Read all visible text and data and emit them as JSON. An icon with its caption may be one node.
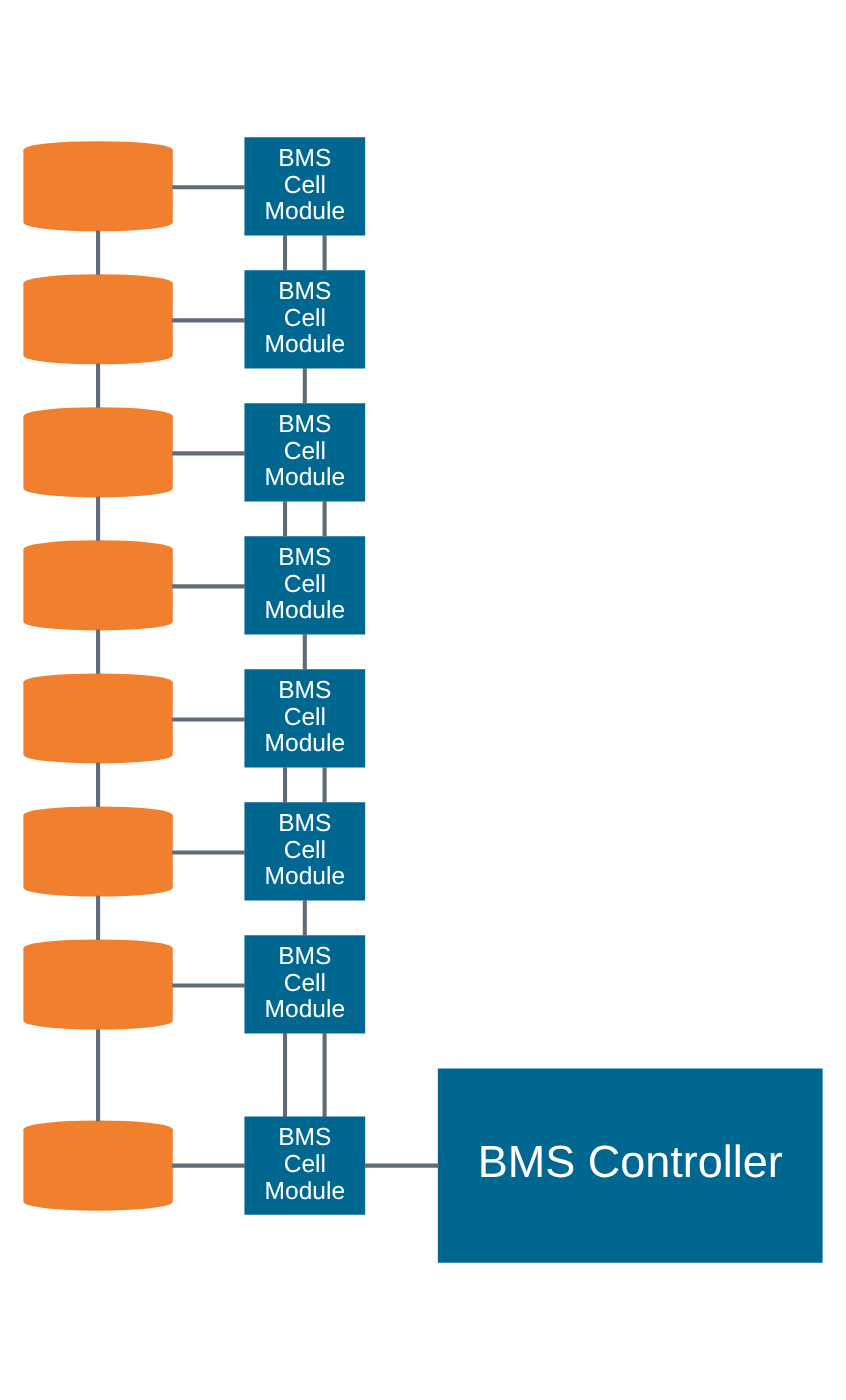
{
  "diagram": {
    "nodes": [
      {
        "text": [],
        "shape": "cylinder"
      },
      {
        "text": [
          "BMS Cell Module"
        ]
      },
      {
        "text": [],
        "shape": "cylinder"
      },
      {
        "text": [
          "BMS Cell Module"
        ]
      },
      {
        "text": [],
        "shape": "cylinder"
      },
      {
        "text": [
          "BMS Cell Module"
        ]
      },
      {
        "text": [],
        "shape": "cylinder"
      },
      {
        "text": [
          "BMS Cell Module"
        ]
      },
      {
        "text": [],
        "shape": "cylinder"
      },
      {
        "text": [
          "BMS Cell Module"
        ]
      },
      {
        "text": [],
        "shape": "cylinder"
      },
      {
        "text": [
          "BMS Cell Module"
        ]
      },
      {
        "text": [],
        "shape": "cylinder"
      },
      {
        "text": [
          "BMS Cell Module"
        ]
      },
      {
        "text": [],
        "shape": "cylinder"
      },
      {
        "text": [
          "BMS Cell Module"
        ]
      },
      {
        "text": [
          "BMS Controller"
        ]
      }
    ],
    "edges": [
      {
        "from": 0,
        "to": 1,
        "arrow": "none"
      },
      {
        "from": 0,
        "to": 2,
        "arrow": "none"
      },
      {
        "from": 1,
        "to": 3,
        "arrow": "none"
      },
      {
        "from": 2,
        "to": 3,
        "arrow": "none"
      },
      {
        "from": 2,
        "to": 4,
        "arrow": "none"
      },
      {
        "from": 3,
        "to": 5,
        "arrow": "none"
      },
      {
        "from": 4,
        "to": 5,
        "arrow": "none"
      },
      {
        "from": 4,
        "to": 6,
        "arrow": "none"
      },
      {
        "from": 5,
        "to": 7,
        "arrow": "none"
      },
      {
        "from": 6,
        "to": 7,
        "arrow": "none"
      },
      {
        "from": 6,
        "to": 8,
        "arrow": "none"
      },
      {
        "from": 7,
        "to": 9,
        "arrow": "none"
      },
      {
        "from": 8,
        "to": 9,
        "arrow": "none"
      },
      {
        "from": 8,
        "to": 10,
        "arrow": "none"
      },
      {
        "from": 9,
        "to": 11,
        "arrow": "none"
      },
      {
        "from": 10,
        "to": 11,
        "arrow": "none"
      },
      {
        "from": 10,
        "to": 12,
        "arrow": "none"
      },
      {
        "from": 11,
        "to": 13,
        "arrow": "none"
      },
      {
        "from": 12,
        "to": 13,
        "arrow": "none"
      },
      {
        "from": 12,
        "to": 14,
        "arrow": "none"
      },
      {
        "from": 13,
        "to": 15,
        "arrow": "none"
      },
      {
        "from": 14,
        "to": 15,
        "arrow": "none"
      },
      {
        "from": 1,
        "to": 3,
        "arrow": "none"
      },
      {
        "from": 5,
        "to": 7,
        "arrow": "none"
      },
      {
        "from": 9,
        "to": 11,
        "arrow": "none"
      },
      {
        "from": 13,
        "to": 15,
        "arrow": "none"
      },
      {
        "from": 15,
        "to": 16,
        "arrow": "none"
      }
    ]
  }
}
